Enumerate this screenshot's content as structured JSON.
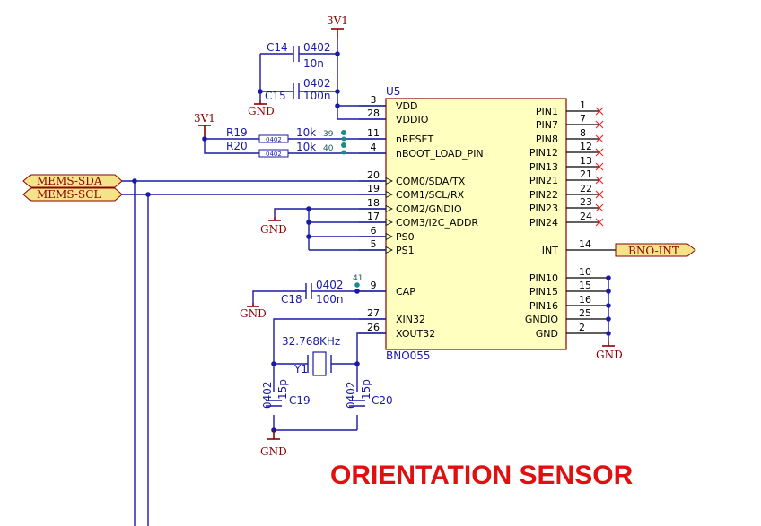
{
  "title": "ORIENTATION SENSOR",
  "power": {
    "vcc_top": "3V1",
    "vcc_left": "3V1",
    "gnd": "GND"
  },
  "chip": {
    "ref": "U5",
    "part": "BNO055",
    "left_pins": [
      {
        "num": "3",
        "name": "VDD"
      },
      {
        "num": "28",
        "name": "VDDIO"
      },
      {
        "num": "11",
        "name": "nRESET"
      },
      {
        "num": "4",
        "name": "nBOOT_LOAD_PIN"
      },
      {
        "num": "20",
        "name": "COM0/SDA/TX"
      },
      {
        "num": "19",
        "name": "COM1/SCL/RX"
      },
      {
        "num": "18",
        "name": "COM2/GNDIO"
      },
      {
        "num": "17",
        "name": "COM3/I2C_ADDR"
      },
      {
        "num": "6",
        "name": "PS0"
      },
      {
        "num": "5",
        "name": "PS1"
      },
      {
        "num": "9",
        "name": "CAP"
      },
      {
        "num": "27",
        "name": "XIN32"
      },
      {
        "num": "26",
        "name": "XOUT32"
      }
    ],
    "right_pins_top": [
      {
        "num": "1",
        "name": "PIN1"
      },
      {
        "num": "7",
        "name": "PIN7"
      },
      {
        "num": "8",
        "name": "PIN8"
      },
      {
        "num": "12",
        "name": "PIN12"
      },
      {
        "num": "13",
        "name": "PIN13"
      },
      {
        "num": "21",
        "name": "PIN21"
      },
      {
        "num": "22",
        "name": "PIN22"
      },
      {
        "num": "23",
        "name": "PIN23"
      },
      {
        "num": "24",
        "name": "PIN24"
      }
    ],
    "int_pin": {
      "num": "14",
      "name": "INT"
    },
    "right_pins_bottom": [
      {
        "num": "10",
        "name": "PIN10"
      },
      {
        "num": "15",
        "name": "PIN15"
      },
      {
        "num": "16",
        "name": "PIN16"
      },
      {
        "num": "25",
        "name": "GNDIO"
      },
      {
        "num": "2",
        "name": "GND"
      }
    ]
  },
  "components": {
    "c14": {
      "ref": "C14",
      "pkg": "0402",
      "val": "10n"
    },
    "c15": {
      "ref": "C15",
      "pkg": "0402",
      "val": "100n"
    },
    "r19": {
      "ref": "R19",
      "pkg": "0402",
      "val": "10k",
      "tp": "39"
    },
    "r20": {
      "ref": "R20",
      "pkg": "0402",
      "val": "10k",
      "tp": "40"
    },
    "c18": {
      "ref": "C18",
      "pkg": "0402",
      "val": "100n",
      "tp": "41"
    },
    "y1": {
      "ref": "Y1",
      "val": "32.768KHz"
    },
    "c19": {
      "ref": "C19",
      "pkg": "0402",
      "val": "15p"
    },
    "c20": {
      "ref": "C20",
      "pkg": "0402",
      "val": "15p"
    }
  },
  "nets": {
    "sda": "MEMS-SDA",
    "scl": "MEMS-SCL",
    "int": "BNO-INT"
  }
}
